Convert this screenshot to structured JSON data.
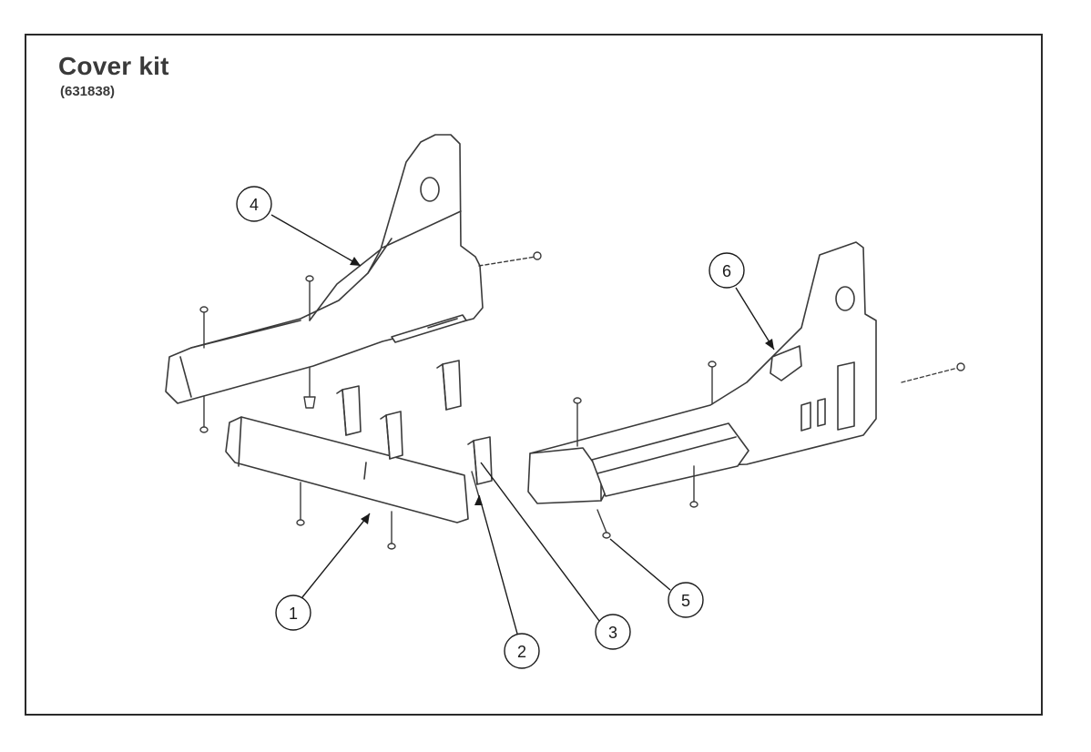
{
  "title": "Cover kit",
  "part_number": "(631838)",
  "callouts": [
    "1",
    "2",
    "3",
    "4",
    "5",
    "6"
  ]
}
